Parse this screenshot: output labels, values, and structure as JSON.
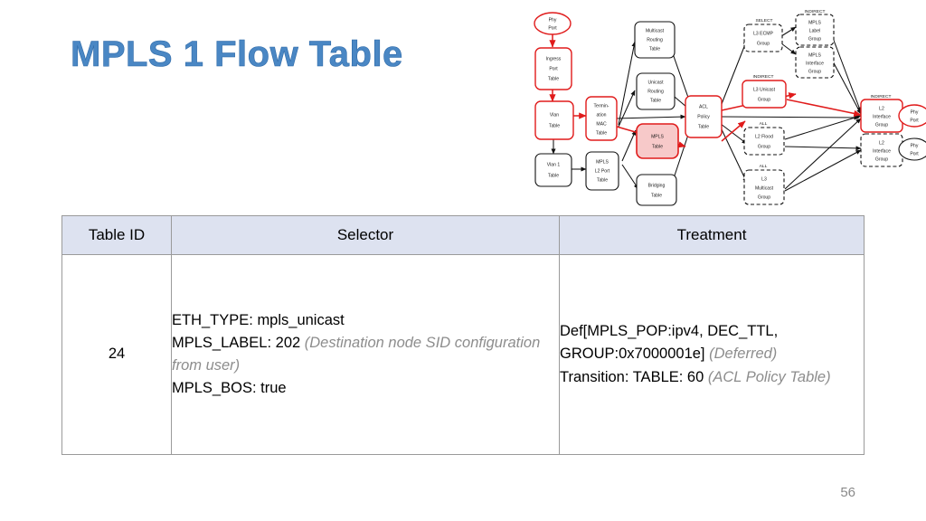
{
  "slide": {
    "title": "MPLS 1 Flow Table",
    "page_number": "56",
    "title_color": "#4a87c4",
    "header_fill": "#dde2f0",
    "highlight_fill": "#f7c9c9",
    "accent_red": "#e01b1b",
    "note_color": "#8d8d8d"
  },
  "table": {
    "headers": {
      "table_id": "Table ID",
      "selector": "Selector",
      "treatment": "Treatment"
    },
    "rows": [
      {
        "table_id": "24",
        "selector": {
          "line1": "ETH_TYPE: mpls_unicast",
          "line2_main": "MPLS_LABEL: 202 ",
          "line2_note": "(Destination node SID configuration from user)",
          "line3": "MPLS_BOS: true"
        },
        "treatment": {
          "line1_main": "Def[MPLS_POP:ipv4, DEC_TTL, GROUP:0x7000001e] ",
          "line1_note": "(Deferred)",
          "line2_main": "Transition: TABLE: 60 ",
          "line2_note": "(ACL Policy Table)"
        }
      }
    ]
  },
  "diagram": {
    "name": "openflow-pipeline-diagram",
    "nodes": {
      "phy_port_in": "Phy\nPort",
      "ingress_port_table": "Ingress\nPort\nTable",
      "vlan_table": "Vlan\nTable",
      "vlan1_table": "Vlan 1\nTable",
      "termination_mac_table": "Termin-\nation\nMAC\nTable",
      "mpls_l2_port_table": "MPLS\nL2 Port\nTable",
      "multicast_routing_table": "Multicast\nRouting\nTable",
      "unicast_routing_table": "Unicast\nRouting\nTable",
      "mpls_table": "MPLS\nTable",
      "bridging_table": "Bridging\nTable",
      "acl_policy_table": "ACL\nPolicy\nTable",
      "l3_ecmp_group": "L3 ECMP\nGroup",
      "mpls_label_group": "MPLS\nLabel\nGroup",
      "mpls_interface_group": "MPLS\nInterface\nGroup",
      "l3_unicast_group": "L3 Unicast\nGroup",
      "l2_flood_group": "L2 Flood\nGroup",
      "l3_multicast_group": "L3\nMulticast\nGroup",
      "l2_interface_group_red": "L2\nInterface\nGroup",
      "l2_interface_group_black": "L2\nInterface\nGroup",
      "phy_port_out_red": "Phy\nPort",
      "phy_port_out_black": "Phy\nPort"
    },
    "captions": {
      "select": "SELECT",
      "indirect": "INDIRECT",
      "all": "ALL"
    }
  }
}
